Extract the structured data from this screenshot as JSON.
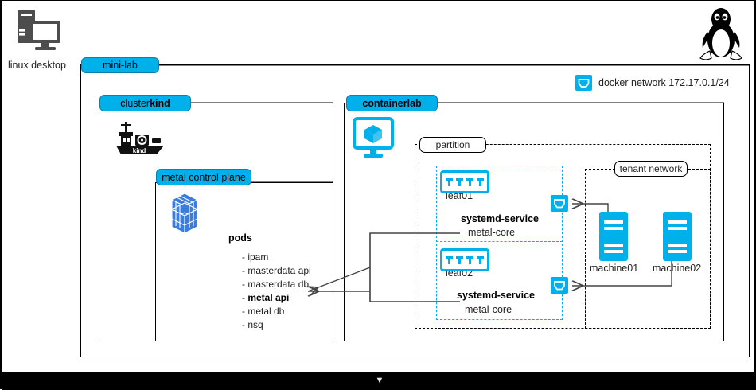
{
  "diagram": {
    "title": "mini-lab",
    "desktop": {
      "label": "linux desktop",
      "icon": "desktop-icon"
    },
    "penguin": {
      "icon": "linux-penguin-logo"
    },
    "docker_network": {
      "label": "docker network 172.17.0.1/24",
      "icon": "network-port-icon"
    },
    "cluster": {
      "label_prefix": "cluster ",
      "label_strong": "kind",
      "kind_logo_text": "kind",
      "control_plane": {
        "label": "metal control plane",
        "icon": "kubernetes-cube-icon",
        "pods_heading": "pods",
        "pods": [
          {
            "name": "- ipam",
            "bold": false
          },
          {
            "name": "- masterdata api",
            "bold": false
          },
          {
            "name": "- masterdata db",
            "bold": false
          },
          {
            "name": "- metal api",
            "bold": true
          },
          {
            "name": "- metal db",
            "bold": false
          },
          {
            "name": "- nsq",
            "bold": false
          }
        ]
      }
    },
    "containerlab": {
      "label": "containerlab",
      "icon": "containerlab-cube-monitor-icon",
      "partition": {
        "label": "partition"
      },
      "tenant_network": {
        "label": "tenant network"
      },
      "leaves": [
        {
          "name": "leaf01",
          "service_heading": "systemd-service",
          "service_name": "metal-core",
          "icon": "switch-icon",
          "net_icon": "network-port-icon"
        },
        {
          "name": "leaf02",
          "service_heading": "systemd-service",
          "service_name": "metal-core",
          "icon": "switch-icon",
          "net_icon": "network-port-icon"
        }
      ],
      "machines": [
        {
          "name": "machine01",
          "icon": "server-tower-icon"
        },
        {
          "name": "machine02",
          "icon": "server-tower-icon"
        }
      ]
    },
    "bottom_bar": {
      "glyph": "▼"
    }
  },
  "colors": {
    "accent_cyan": "#00b0ea",
    "kube_blue": "#326ce5",
    "line": "#444444",
    "border": "#000000"
  }
}
